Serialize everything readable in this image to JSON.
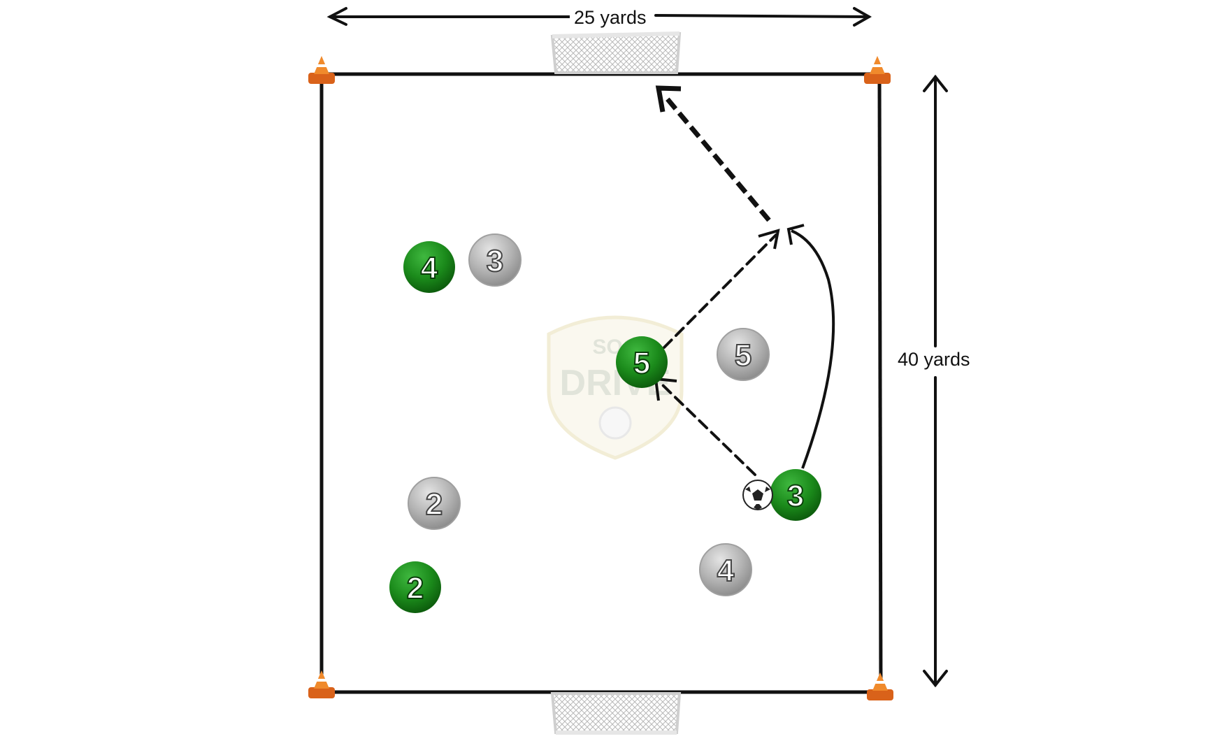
{
  "dimensions": {
    "width_label": "25 yards",
    "height_label": "40 yards"
  },
  "watermark": {
    "line1": "SOC",
    "line2": "DRIVE"
  },
  "colors": {
    "team_green": "#1e8a1e",
    "team_gray": "#b5b5b5",
    "cone_orange": "#e8731f",
    "line": "#111111"
  },
  "players": {
    "green": [
      {
        "number": "4"
      },
      {
        "number": "5"
      },
      {
        "number": "3"
      },
      {
        "number": "2"
      }
    ],
    "gray": [
      {
        "number": "3"
      },
      {
        "number": "5"
      },
      {
        "number": "2"
      },
      {
        "number": "4"
      }
    ]
  }
}
